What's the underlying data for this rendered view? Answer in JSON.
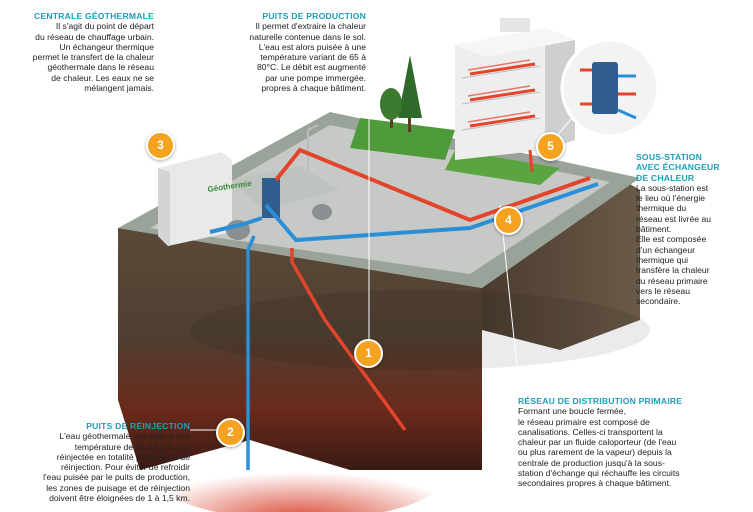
{
  "colors": {
    "accent": "#1aa0b8",
    "badge": "#f4a21f",
    "hot_pipe": "#e2452b",
    "cold_pipe": "#2b8fd8"
  },
  "callouts": [
    {
      "id": "centrale",
      "number": "3",
      "title": "CENTRALE GÉOTHERMALE",
      "lines": [
        "Il s'agit du point de départ",
        "du réseau de chauffage urbain.",
        "Un échangeur thermique",
        "permet le transfert de la chaleur",
        "géothermale dans le réseau",
        "de chaleur. Les eaux ne se",
        "mélangent jamais."
      ]
    },
    {
      "id": "production",
      "number": "1",
      "title": "PUITS DE PRODUCTION",
      "lines": [
        "Il permet d'extraire la chaleur",
        "naturelle contenue dans le sol.",
        "L'eau est alors puisée à une",
        "température variant de 65 à",
        "80°C. Le débit est augmenté",
        "par une pompe immergée.",
        "propres à chaque bâtiment."
      ]
    },
    {
      "id": "sous_station",
      "number": "5",
      "title_lines": [
        "SOUS-STATION",
        "AVEC ÉCHANGEUR",
        "DE CHALEUR"
      ],
      "lines": [
        "La sous-station est",
        "le lieu où l'énergie",
        "thermique du",
        "réseau est livrée au",
        "bâtiment.",
        "Elle est composée",
        "d'un échangeur",
        "thermique qui",
        "transfère la chaleur",
        "du réseau primaire",
        "vers le réseau",
        "secondaire."
      ]
    },
    {
      "id": "reseau",
      "number": "4",
      "title": "RÉSEAU DE DISTRIBUTION PRIMAIRE",
      "lines": [
        "Formant une boucle fermée,",
        "le réseau primaire est composé de",
        "canalisations. Celles-ci transportent la",
        "chaleur par un fluide caloporteur (de l'eau",
        "ou plus rarement de la vapeur) depuis la",
        "centrale de production jusqu'à la sous-",
        "station d'échange qui réchauffe les circuits",
        "secondaires propres à chaque bâtiment."
      ]
    },
    {
      "id": "reinjection",
      "number": "2",
      "title": "PUITS DE RÉINJECTION",
      "lines": [
        "L'eau géothermale, refroidie à une",
        "température de 25 à 50°C, est",
        "réinjectée en totalité par le puits de",
        "réinjection. Pour éviter de refroidir",
        "l'eau puisée par le puits de production,",
        "les zones de puisage et de réinjection",
        "doivent être éloignées de 1 à 1,5 km."
      ]
    }
  ],
  "plant_logo": "Géothermie"
}
